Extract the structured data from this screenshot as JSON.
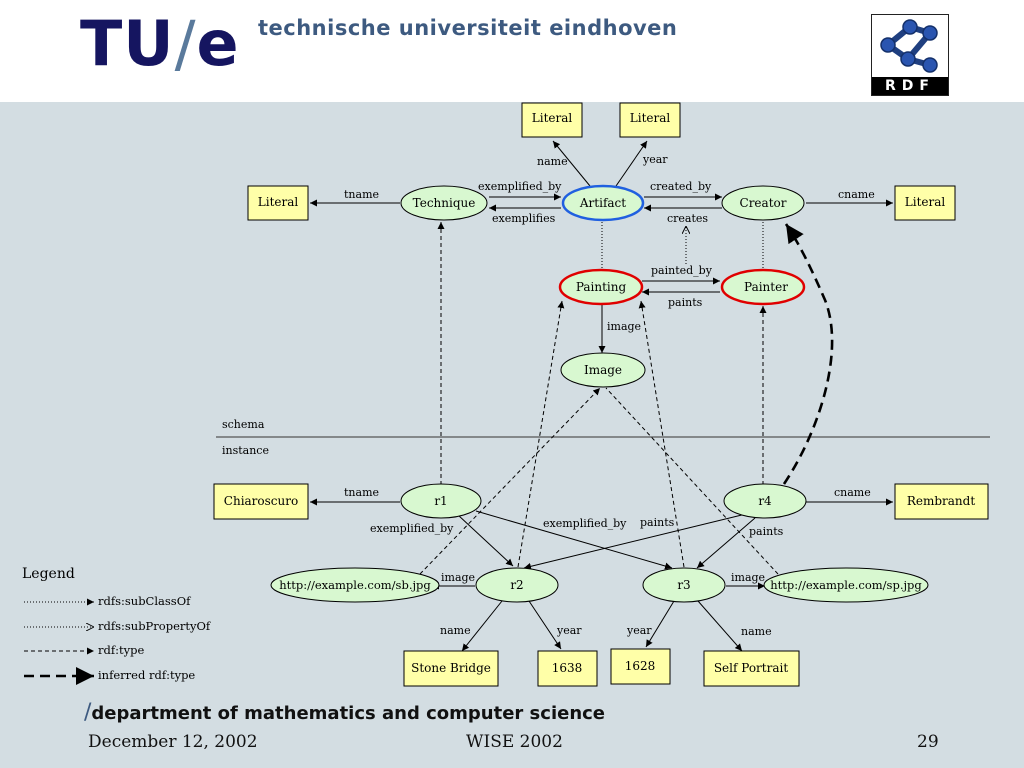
{
  "header": {
    "logo_tu": "TU",
    "logo_e": "e",
    "university": "technische universiteit eindhoven",
    "rdf_logo_text": "RDF"
  },
  "diagram": {
    "nodes": {
      "literal_name": "Literal",
      "literal_year": "Literal",
      "literal_tname": "Literal",
      "literal_cname": "Literal",
      "technique": "Technique",
      "artifact": "Artifact",
      "creator": "Creator",
      "painting": "Painting",
      "painter": "Painter",
      "image": "Image",
      "chiaroscuro": "Chiaroscuro",
      "r1": "r1",
      "r4": "r4",
      "rembrandt": "Rembrandt",
      "sb_url": "http://example.com/sb.jpg",
      "r2": "r2",
      "r3": "r3",
      "sp_url": "http://example.com/sp.jpg",
      "stone_bridge": "Stone Bridge",
      "y1638": "1638",
      "y1628": "1628",
      "self_portrait": "Self Portrait"
    },
    "edges": {
      "name": "name",
      "year": "year",
      "tname": "tname",
      "exemplified_by": "exemplified_by",
      "exemplifies": "exemplifies",
      "created_by": "created_by",
      "creates": "creates",
      "cname": "cname",
      "painted_by": "painted_by",
      "paints": "paints",
      "image": "image",
      "r1_tname": "tname",
      "r1_exemplified_by": "exemplified_by",
      "r1_exemplified_by2": "exemplified_by",
      "r4_cname": "cname",
      "r4_paints": "paints",
      "r4_paints2": "paints",
      "r2_image": "image",
      "r3_image": "image",
      "r2_name": "name",
      "r2_year": "year",
      "r3_year": "year",
      "r3_name": "name"
    },
    "schema_label": "schema",
    "instance_label": "instance"
  },
  "legend": {
    "title": "Legend",
    "items": [
      "rdfs:subClassOf",
      "rdfs:subPropertyOf",
      "rdf:type",
      "inferred rdf:type"
    ]
  },
  "footer": {
    "department": "department of mathematics and computer science",
    "date": "December 12, 2002",
    "conference": "WISE 2002",
    "page": "29"
  },
  "colors": {
    "header_text": "#151560",
    "background": "#d3dde2",
    "literal_fill": "#ffffa8",
    "resource_fill": "#d8f8d0",
    "artifact_border": "#2060e0",
    "painting_border": "#e00000"
  }
}
